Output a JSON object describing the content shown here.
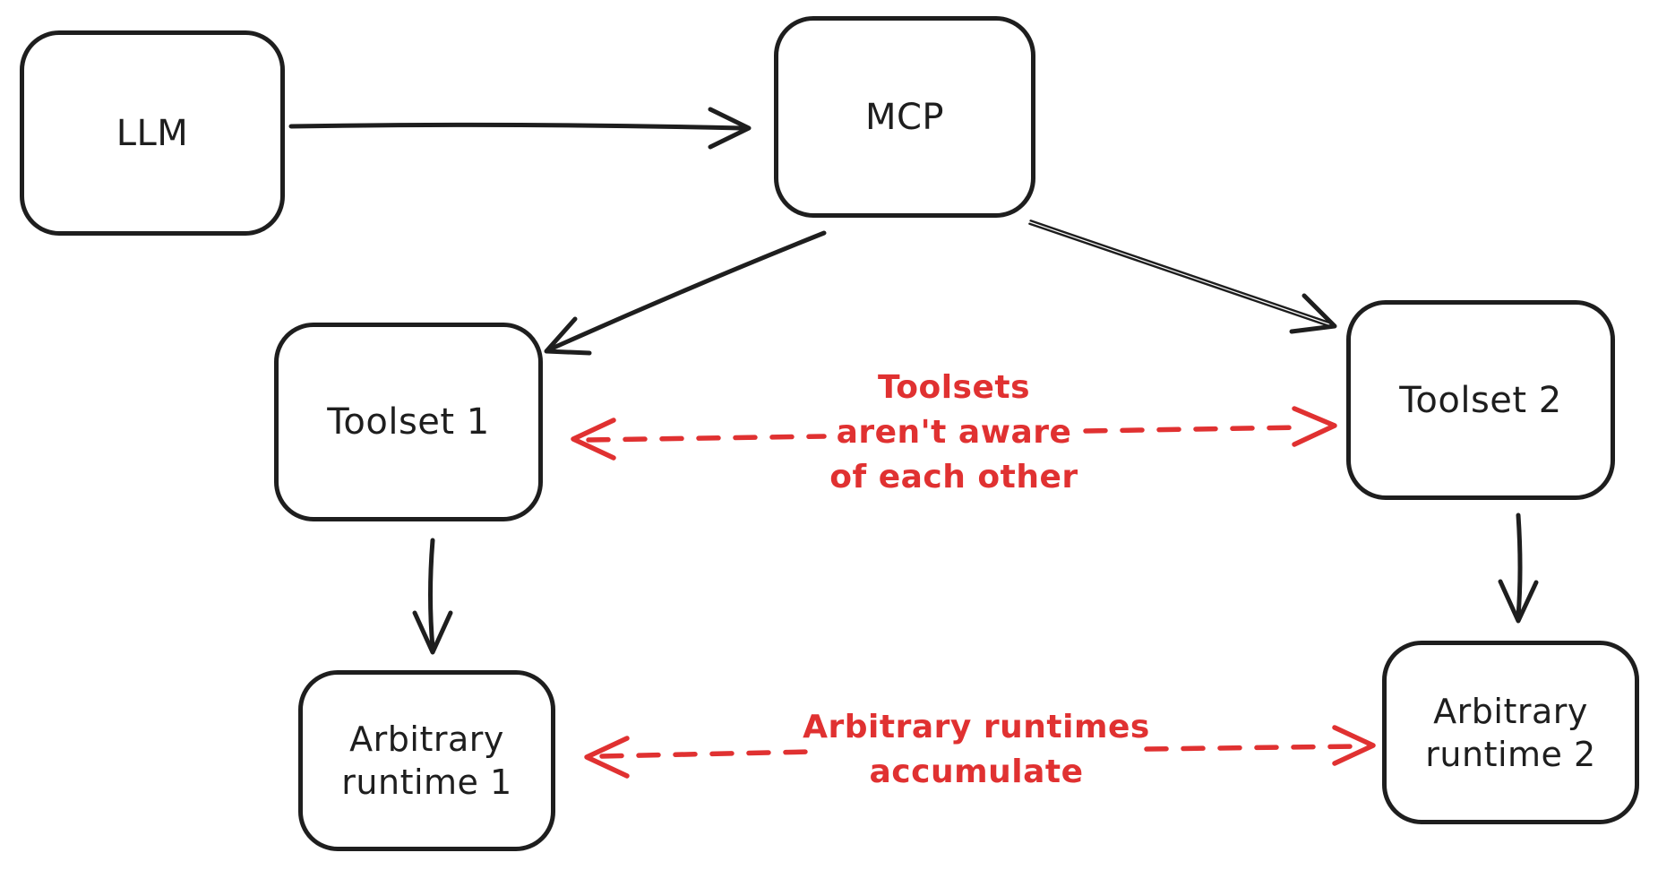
{
  "colors": {
    "stroke": "#1e1e1e",
    "annotation": "#e03131",
    "background": "#ffffff"
  },
  "nodes": {
    "llm": {
      "label": "LLM"
    },
    "mcp": {
      "label": "MCP"
    },
    "toolset1": {
      "label": "Toolset 1"
    },
    "toolset2": {
      "label": "Toolset 2"
    },
    "runtime1": {
      "lines": [
        "Arbitrary",
        "runtime 1"
      ]
    },
    "runtime2": {
      "lines": [
        "Arbitrary",
        "runtime 2"
      ]
    }
  },
  "annotations": {
    "toolsets_note": {
      "lines": [
        "Toolsets",
        "aren't aware",
        "of each other"
      ]
    },
    "runtimes_note": {
      "lines": [
        "Arbitrary runtimes",
        "accumulate"
      ]
    }
  },
  "edges": [
    {
      "from": "llm",
      "to": "mcp",
      "style": "solid-black-arrow"
    },
    {
      "from": "mcp",
      "to": "toolset1",
      "style": "solid-black-arrow"
    },
    {
      "from": "mcp",
      "to": "toolset2",
      "style": "solid-black-arrow"
    },
    {
      "from": "toolset1",
      "to": "runtime1",
      "style": "solid-black-arrow"
    },
    {
      "from": "toolset2",
      "to": "runtime2",
      "style": "solid-black-arrow"
    },
    {
      "from": "toolset1",
      "to": "toolset2",
      "style": "dashed-red-double-arrow",
      "label": "Toolsets aren't aware of each other"
    },
    {
      "from": "runtime1",
      "to": "runtime2",
      "style": "dashed-red-double-arrow",
      "label": "Arbitrary runtimes accumulate"
    }
  ]
}
